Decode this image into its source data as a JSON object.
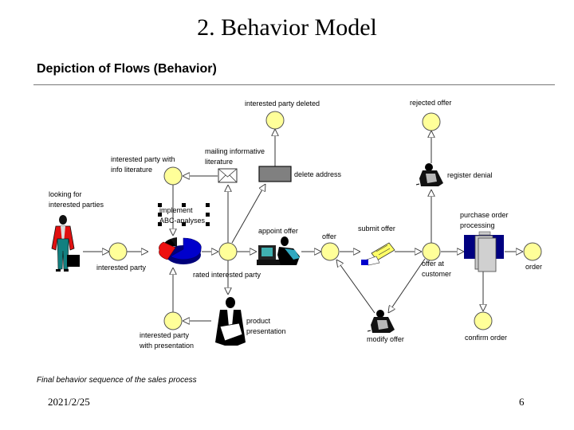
{
  "slide": {
    "title": "2. Behavior Model",
    "figure_title": "Depiction of Flows (Behavior)",
    "caption": "Final behavior sequence of the sales process",
    "footer_date": "2021/2/25",
    "page_number": "6"
  },
  "colors": {
    "event_fill": "#ffff99",
    "event_stroke": "#555555",
    "line": "#333333",
    "pie_blue": "#0000cc",
    "pie_red": "#ee1111",
    "pie_black": "#000000",
    "delete_box": "#808080",
    "po_blue": "#000080",
    "po_gray": "#c8c8c8"
  },
  "events": {
    "interested_party": "interested party",
    "interested_party_with_info": [
      "interested party with",
      "info literature"
    ],
    "interested_party_deleted": "interested party deleted",
    "rated_interested_party": "rated interested party",
    "interested_party_with_presentation": [
      "interested party",
      "with presentation"
    ],
    "offer": "offer",
    "rejected_offer": "rejected offer",
    "offer_at_customer": [
      "offer at",
      "customer"
    ],
    "order": "order",
    "confirm_order": "confirm order"
  },
  "functions": {
    "looking_for_parties": [
      "looking for",
      "interested parties"
    ],
    "implement_abc": [
      "implement",
      "ABC-analyses"
    ],
    "mailing_literature": [
      "mailing informative",
      "literature"
    ],
    "delete_address": "delete address",
    "appoint_offer": "appoint offer",
    "product_presentation": [
      "product",
      "presentation"
    ],
    "submit_offer": "submit offer",
    "register_denial": "register denial",
    "modify_offer": "modify offer",
    "purchase_order_processing": [
      "purchase order",
      "processing"
    ]
  }
}
